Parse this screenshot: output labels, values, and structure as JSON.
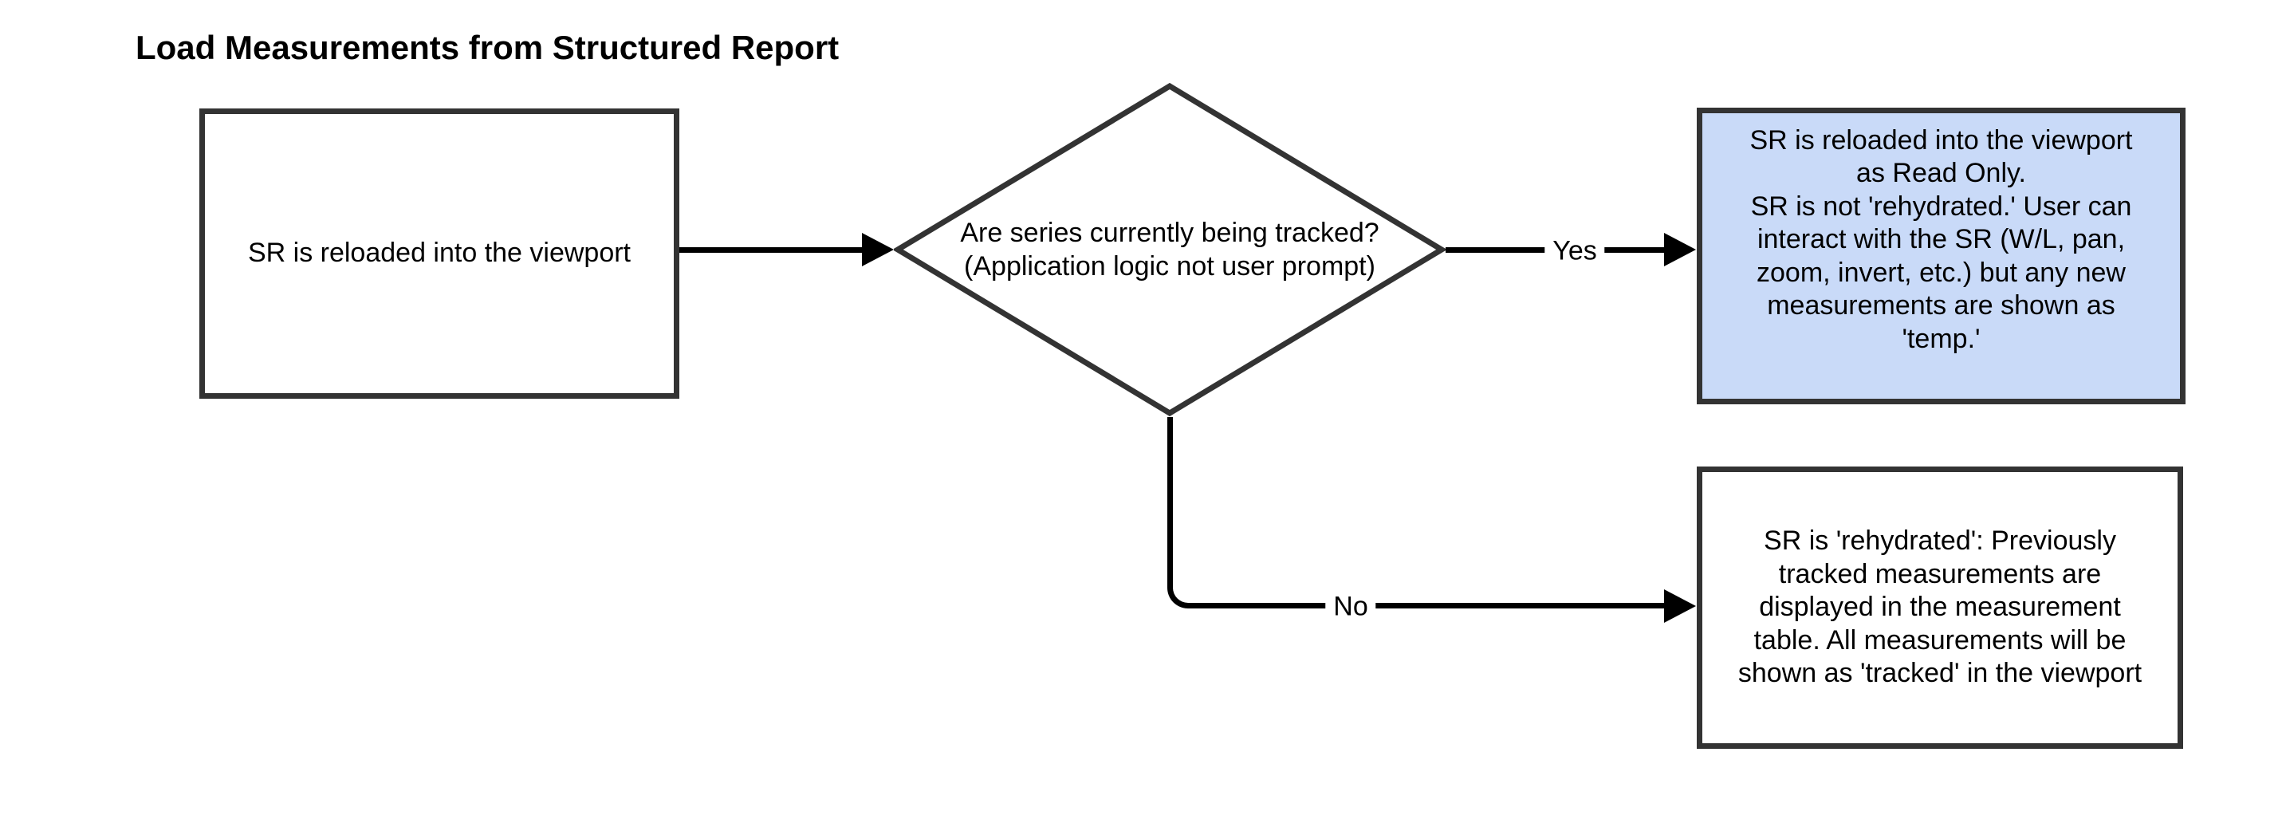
{
  "diagram": {
    "title": "Load Measurements from Structured Report",
    "nodes": {
      "start": {
        "shape": "rectangle",
        "fill": "#ffffff",
        "text": "SR is reloaded into the viewport"
      },
      "decision": {
        "shape": "diamond",
        "fill": "#ffffff",
        "text": "Are series currently being tracked?\n(Application logic not user prompt)"
      },
      "yes_outcome": {
        "shape": "rectangle",
        "fill": "#c9daf8",
        "text": "SR is reloaded into the viewport\nas Read Only.\nSR is not 'rehydrated.' User can\ninteract with the SR (W/L, pan,\nzoom, invert, etc.) but any new\nmeasurements are shown as\n'temp.'"
      },
      "no_outcome": {
        "shape": "rectangle",
        "fill": "#ffffff",
        "text": "SR is 'rehydrated': Previously\ntracked measurements are\ndisplayed in the measurement\ntable. All measurements will be\nshown as 'tracked' in the viewport"
      }
    },
    "edges": {
      "start_to_decision": {
        "label": ""
      },
      "yes": {
        "label": "Yes"
      },
      "no": {
        "label": "No"
      }
    },
    "colors": {
      "node_border": "#333333",
      "arrow": "#000000",
      "text": "#000000",
      "highlight_fill": "#c9daf8",
      "background": "#ffffff"
    }
  }
}
